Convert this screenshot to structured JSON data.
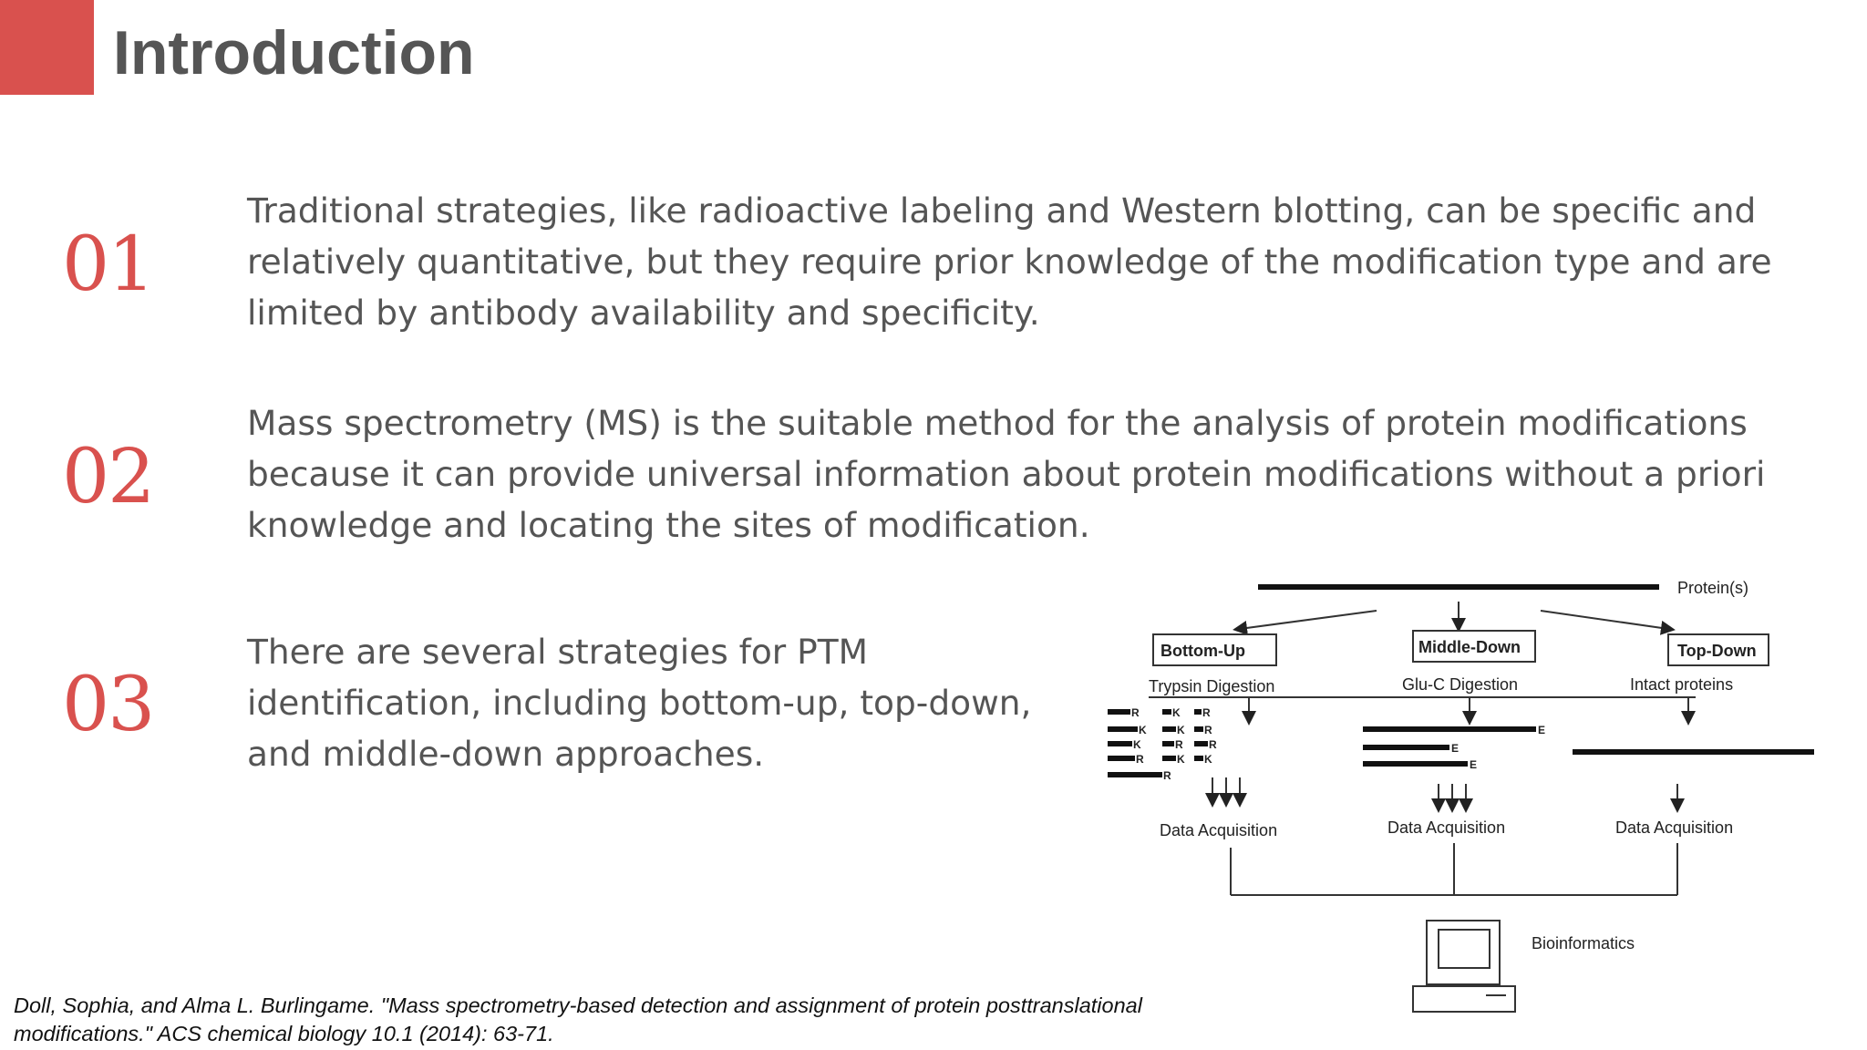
{
  "header": {
    "title": "Introduction",
    "accent_color": "#d9514e"
  },
  "points": [
    {
      "number": "01",
      "text": "Traditional strategies, like radioactive labeling and Western blotting, can be specific and relatively quantitative, but they require prior knowledge of the modification type and are limited by antibody availability and specificity."
    },
    {
      "number": "02",
      "text": "Mass spectrometry (MS) is the suitable method for the analysis of protein modifications because it can provide universal information about protein modifications without a priori knowledge and locating the sites of modification."
    },
    {
      "number": "03",
      "text": "There are several strategies for PTM identification, including bottom-up, top-down, and middle-down approaches."
    }
  ],
  "diagram": {
    "input_label": "Protein(s)",
    "approaches": [
      {
        "name": "Bottom-Up",
        "step": "Trypsin Digestion",
        "acquisition": "Data Acquisition"
      },
      {
        "name": "Middle-Down",
        "step": "Glu-C Digestion",
        "acquisition": "Data Acquisition"
      },
      {
        "name": "Top-Down",
        "step": "Intact proteins",
        "acquisition": "Data Acquisition"
      }
    ],
    "residues": {
      "r": "R",
      "k": "K",
      "e": "E"
    },
    "output_label": "Bioinformatics"
  },
  "citation": "Doll, Sophia, and Alma L. Burlingame. \"Mass spectrometry-based detection and assignment of protein posttranslational modifications.\" ACS chemical biology 10.1 (2014): 63-71."
}
